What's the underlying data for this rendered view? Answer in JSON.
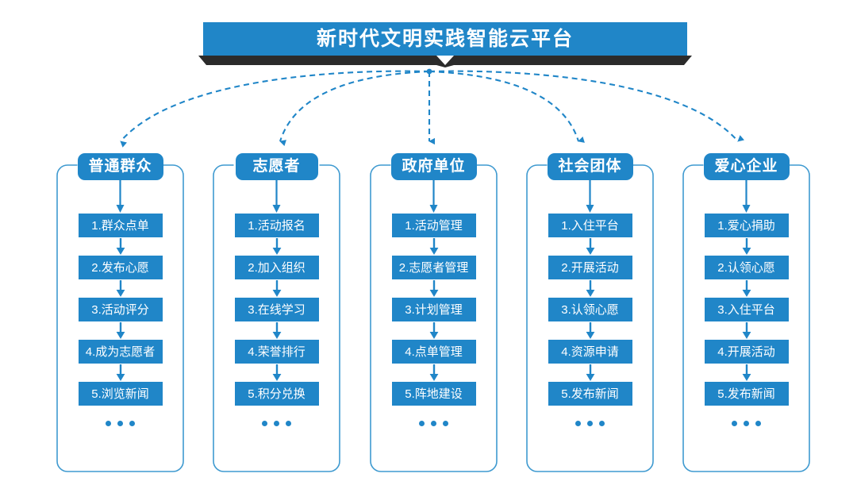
{
  "title": {
    "text": "新时代文明实践智能云平台"
  },
  "colors": {
    "accent": "#2086c8",
    "accent_dark": "#1b79b4",
    "border": "#3f9ad0",
    "shadow": "#2b2b2b",
    "background": "#ffffff",
    "text_on_accent": "#ffffff"
  },
  "ellipsis": "•••",
  "columns": [
    {
      "header": "普通群众",
      "items": [
        "1.群众点单",
        "2.发布心愿",
        "3.活动评分",
        "4.成为志愿者",
        "5.浏览新闻"
      ]
    },
    {
      "header": "志愿者",
      "items": [
        "1.活动报名",
        "2.加入组织",
        "3.在线学习",
        "4.荣誉排行",
        "5.积分兑换"
      ]
    },
    {
      "header": "政府单位",
      "items": [
        "1.活动管理",
        "2.志愿者管理",
        "3.计划管理",
        "4.点单管理",
        "5.阵地建设"
      ]
    },
    {
      "header": "社会团体",
      "items": [
        "1.入住平台",
        "2.开展活动",
        "3.认领心愿",
        "4.资源申请",
        "5.发布新闻"
      ]
    },
    {
      "header": "爱心企业",
      "items": [
        "1.爱心捐助",
        "2.认领心愿",
        "3.入住平台",
        "4.开展活动",
        "5.发布新闻"
      ]
    }
  ]
}
